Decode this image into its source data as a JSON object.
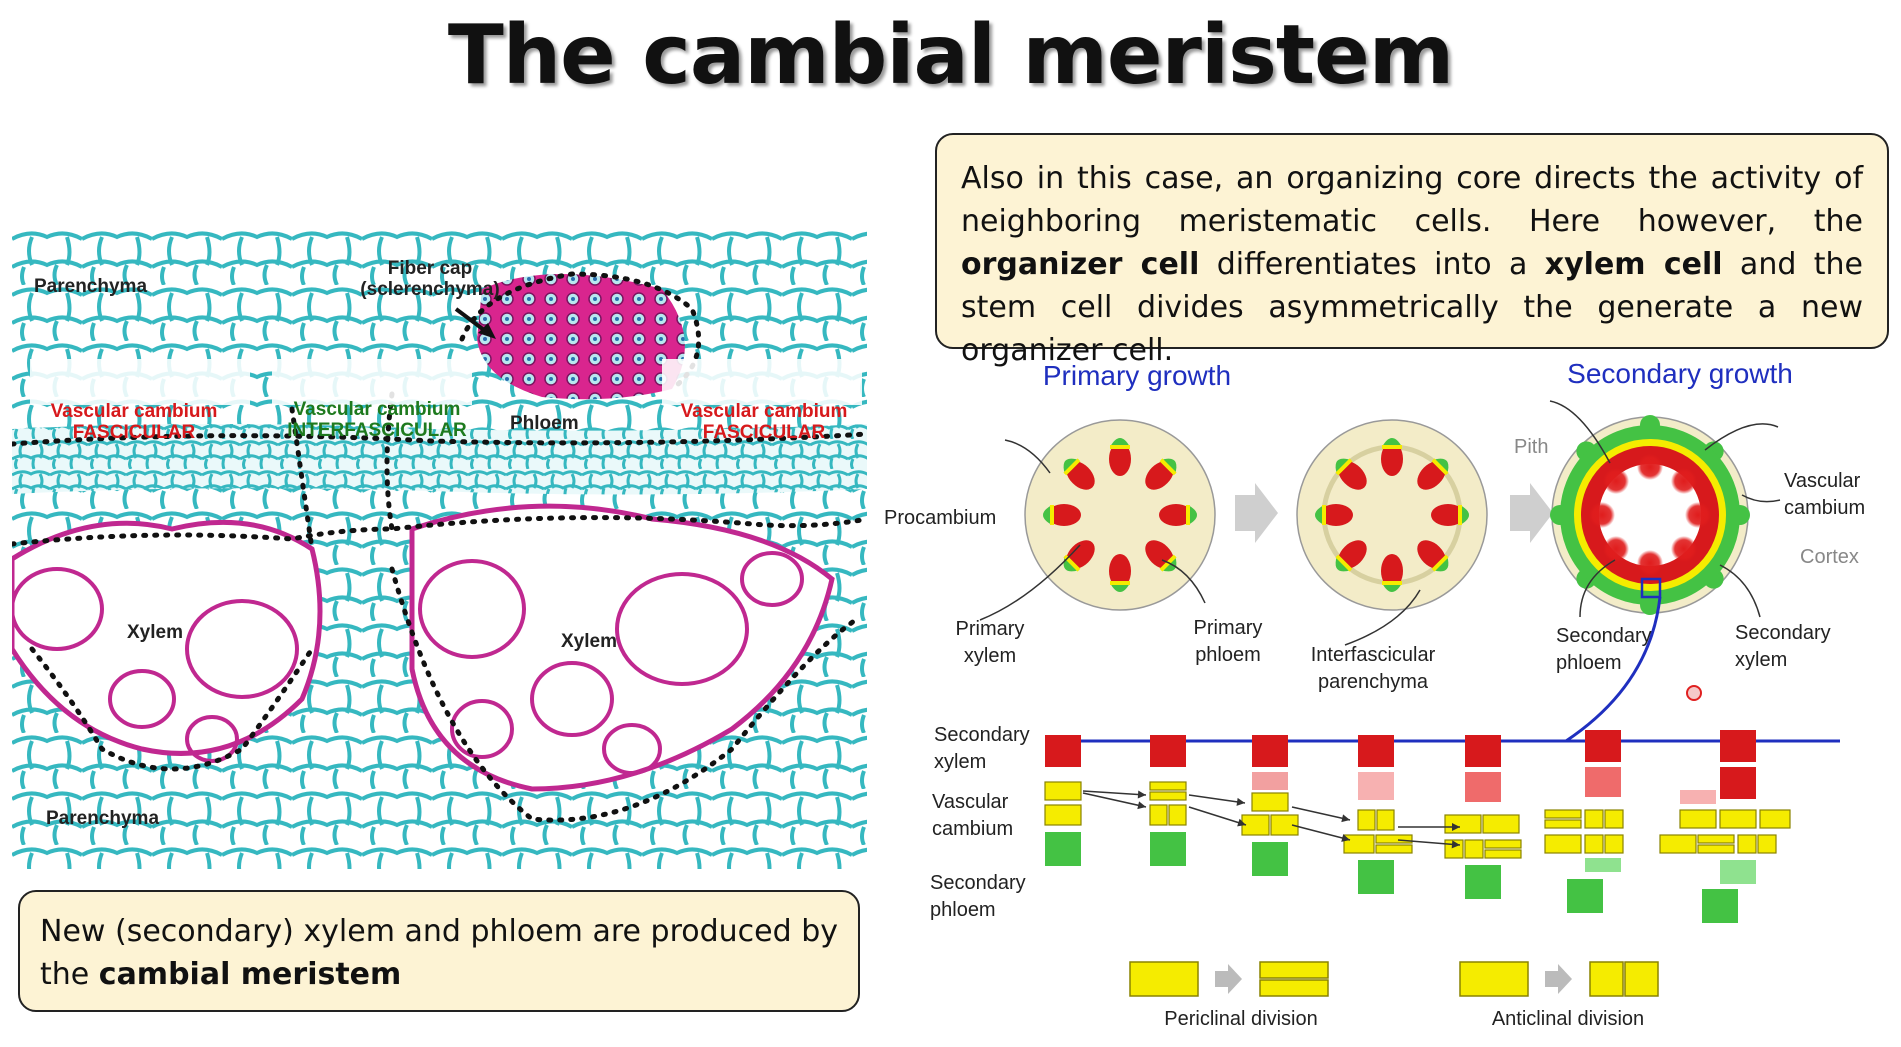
{
  "title": "The cambial meristem",
  "top_box": {
    "segments": [
      {
        "text": "Also in this case, an organizing core directs the activity of neighboring meristematic cells. Here however,  the ",
        "bold": false
      },
      {
        "text": "organizer cell",
        "bold": true
      },
      {
        "text": "  differentiates into a ",
        "bold": false
      },
      {
        "text": "xylem cell",
        "bold": true
      },
      {
        "text": " and the stem cell divides asymmetrically  the generate a new organizer cell.",
        "bold": false
      }
    ]
  },
  "bottom_box": {
    "segments": [
      {
        "text": "New (secondary) xylem and phloem are produced by the ",
        "bold": false
      },
      {
        "text": "cambial meristem",
        "bold": true
      }
    ]
  },
  "micrograph": {
    "parenchyma_top": "Parenchyma",
    "fiber_cap": "Fiber cap",
    "sclerenchyma": "(sclerenchyma)",
    "vc_left_1": "Vascular cambium",
    "vc_left_2": "FASCICULAR",
    "vc_mid_1": "Vascular cambium",
    "vc_mid_2": "INTERFASCICULAR",
    "phloem": "Phloem",
    "vc_right_1": "Vascular cambium",
    "vc_right_2": "FASCICULAR",
    "xylem_left": "Xylem",
    "xylem_right": "Xylem",
    "parenchyma_bottom": "Parenchyma"
  },
  "diagram": {
    "primary_growth": "Primary growth",
    "secondary_growth": "Secondary growth",
    "procambium": "Procambium",
    "primary_xylem_1": "Primary",
    "primary_xylem_2": "xylem",
    "primary_phloem_1": "Primary",
    "primary_phloem_2": "phloem",
    "interfascicular_1": "Interfascicular",
    "interfascicular_2": "parenchyma",
    "pith": "Pith",
    "vascular_cambium_1": "Vascular",
    "vascular_cambium_2": "cambium",
    "cortex": "Cortex",
    "secondary_phloem_1": "Secondary",
    "secondary_phloem_2": "phloem",
    "secondary_xylem_1": "Secondary",
    "secondary_xylem_2": "xylem",
    "row_secondary_xylem_1": "Secondary",
    "row_secondary_xylem_2": "xylem",
    "row_vascular_cambium_1": "Vascular",
    "row_vascular_cambium_2": "cambium",
    "row_secondary_phloem_1": "Secondary",
    "row_secondary_phloem_2": "phloem",
    "periclinal": "Periclinal division",
    "anticlinal": "Anticlinal division"
  },
  "colors": {
    "xylem_red": "#d7191c",
    "cambium_yellow": "#f5ec00",
    "phloem_green": "#44c244",
    "title_blue": "#1f2fbf",
    "box_fill": "#fdf3d4",
    "micro_cyan": "#36b8c0",
    "micro_magenta": "#c02890"
  }
}
